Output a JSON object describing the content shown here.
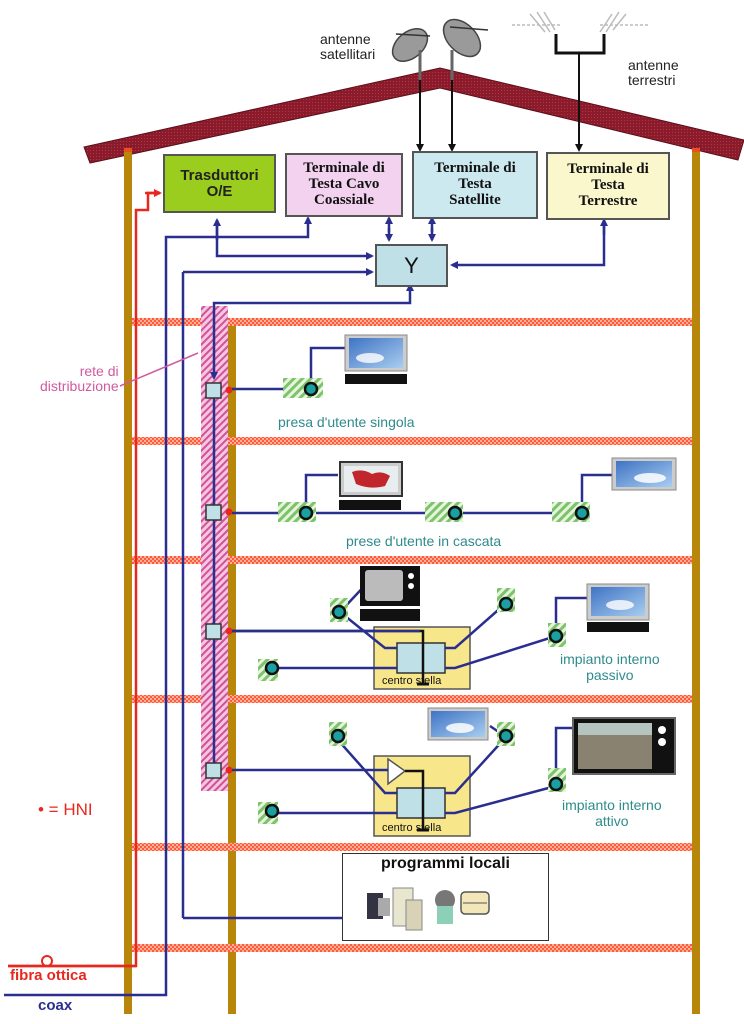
{
  "title": "Schema impianto di distribuzione TV in edificio",
  "antennas": {
    "satellite_label": [
      "antenne",
      "satellitari"
    ],
    "terrestrial_label": [
      "antenne",
      "terrestri"
    ]
  },
  "headend": {
    "transducer": {
      "line1": "Trasduttori",
      "line2": "O/E",
      "color": "#9acd1e"
    },
    "coax": {
      "line1": "Terminale di",
      "line2": "Testa Cavo",
      "line3": "Coassiale",
      "color": "#f2d2ee"
    },
    "satellite": {
      "line1": "Terminale di",
      "line2": "Testa",
      "line3": "Satellite",
      "color": "#cde9f0"
    },
    "terrestrial": {
      "line1": "Terminale di",
      "line2": "Testa",
      "line3": "Terrestre",
      "color": "#fbf7cc"
    },
    "combiner": {
      "label": "Y",
      "color": "#bfe0e6"
    }
  },
  "labels": {
    "distribution_network": [
      "rete di",
      "distribuzione"
    ],
    "single_outlet": "presa d'utente singola",
    "cascade_outlets": "prese d'utente in cascata",
    "passive_internal": [
      "impianto interno",
      "passivo"
    ],
    "active_internal": [
      "impianto interno",
      "attivo"
    ],
    "star_center": "centro stella",
    "local_programs": "programmi locali",
    "hni_legend": "• = HNI",
    "fiber": "fibra ottica",
    "coax": "coax"
  },
  "colors": {
    "roof": "#8b1a2b",
    "pillar": "#b8860b",
    "floor": "#ff4a2a",
    "fiber": "#e8281e",
    "coax_cable": "#2a2f8f",
    "riser_hatch": "#d0529a",
    "outlet_hatch": "#7cc36b",
    "outlet_core": "#1aa0a0",
    "star_box": "#f8e78a"
  }
}
